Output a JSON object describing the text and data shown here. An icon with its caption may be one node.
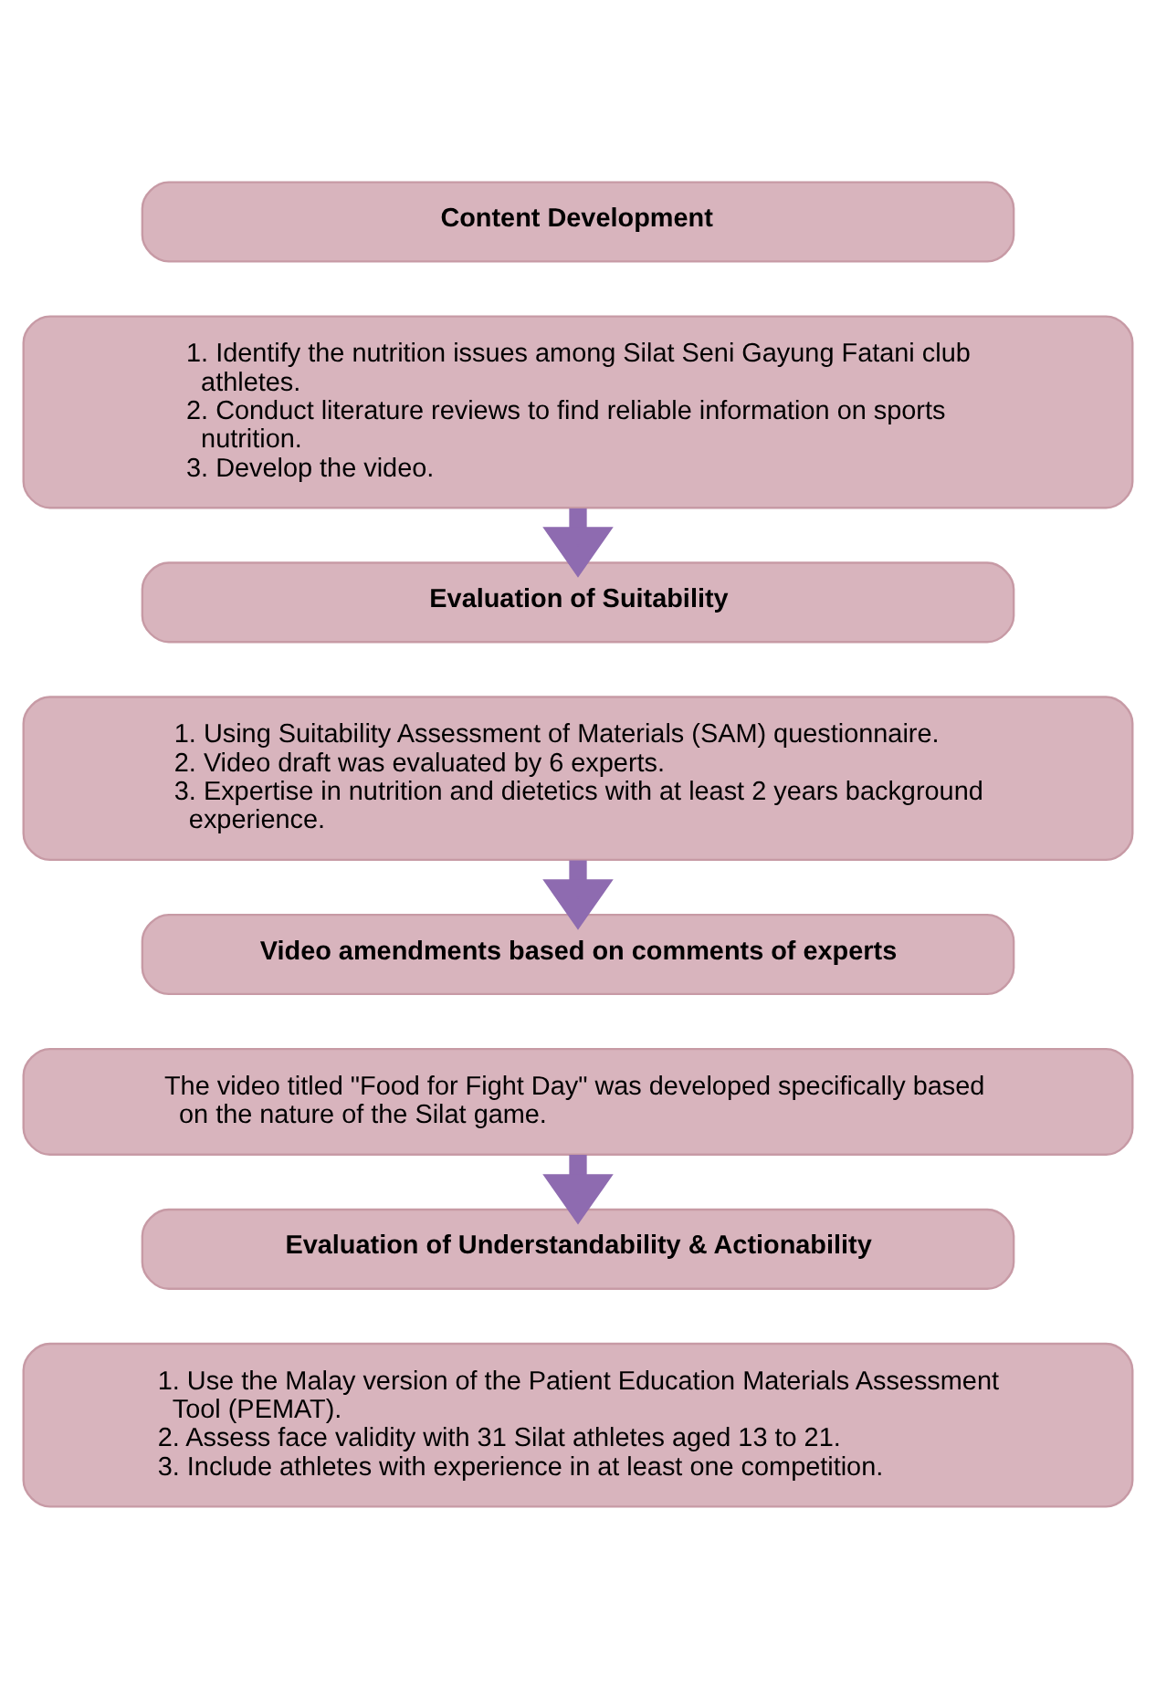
{
  "diagram": {
    "nodes": [
      {
        "text": [
          "Content Development"
        ]
      },
      {
        "text": [
          "1. Identify the nutrition issues among Silat Seni Gayung Fatani club athletes.",
          "2. Conduct literature reviews to find reliable information on sports nutrition.",
          "3. Develop the video."
        ]
      },
      {
        "text": [
          "Evaluation of Suitability"
        ]
      },
      {
        "text": [
          "1. Using Suitability Assessment of Materials (SAM) questionnaire.",
          "2. Video draft was evaluated by 6 experts.",
          "3. Expertise in nutrition and dietetics with at least 2 years background experience."
        ]
      },
      {
        "text": [
          "Video amendments based on comments of experts"
        ]
      },
      {
        "text": [
          "The video titled \"Food for Fight Day\" was developed specifically based on the nature of the Silat game."
        ]
      },
      {
        "text": [
          "Evaluation of Understandability & Actionability"
        ]
      },
      {
        "text": [
          "1. Use the Malay version of the Patient Education Materials Assessment Tool (PEMAT).",
          "2. Assess face validity with 31 Silat athletes aged 13 to 21.",
          "3. Include athletes with experience in at least one competition."
        ]
      }
    ],
    "edges": [
      {
        "from": 1,
        "to": 2,
        "arrow": "to"
      },
      {
        "from": 3,
        "to": 4,
        "arrow": "to"
      },
      {
        "from": 5,
        "to": 6,
        "arrow": "to"
      }
    ]
  }
}
